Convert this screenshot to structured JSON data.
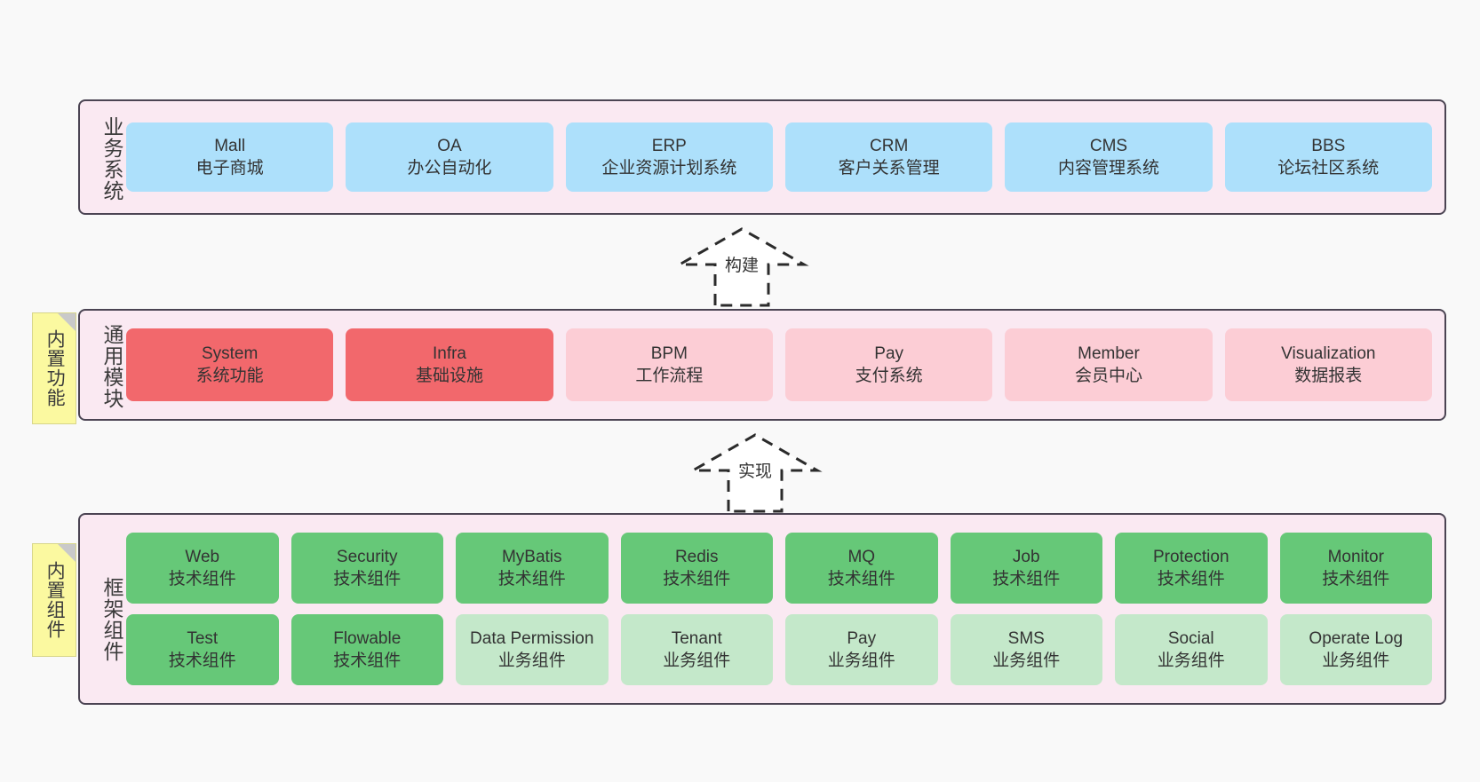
{
  "diagram": {
    "background_color": "#f9f9f9",
    "layer_fill": "#fae9f2",
    "layer_border": "#4b4453",
    "sticky_fill": "#fbf9a0"
  },
  "layers": [
    {
      "id": "business-systems",
      "title": "业务系统",
      "node_color": "#ade0fb",
      "nodes": [
        {
          "name": "Mall",
          "desc": "电子商城"
        },
        {
          "name": "OA",
          "desc": "办公自动化"
        },
        {
          "name": "ERP",
          "desc": "企业资源计划系统"
        },
        {
          "name": "CRM",
          "desc": "客户关系管理"
        },
        {
          "name": "CMS",
          "desc": "内容管理系统"
        },
        {
          "name": "BBS",
          "desc": "论坛社区系统"
        }
      ]
    },
    {
      "id": "common-modules",
      "title": "通用模块",
      "sticky": "内置功能",
      "node_color_primary": "#f2686c",
      "node_color_secondary": "#fccdd5",
      "nodes": [
        {
          "name": "System",
          "desc": "系统功能",
          "variant": "primary"
        },
        {
          "name": "Infra",
          "desc": "基础设施",
          "variant": "primary"
        },
        {
          "name": "BPM",
          "desc": "工作流程",
          "variant": "secondary"
        },
        {
          "name": "Pay",
          "desc": "支付系统",
          "variant": "secondary"
        },
        {
          "name": "Member",
          "desc": "会员中心",
          "variant": "secondary"
        },
        {
          "name": "Visualization",
          "desc": "数据报表",
          "variant": "secondary"
        }
      ]
    },
    {
      "id": "framework-components",
      "title": "框架组件",
      "sticky": "内置组件",
      "node_color_primary": "#66c878",
      "node_color_secondary": "#c4e8ca",
      "rows": [
        [
          {
            "name": "Web",
            "desc": "技术组件",
            "variant": "primary"
          },
          {
            "name": "Security",
            "desc": "技术组件",
            "variant": "primary"
          },
          {
            "name": "MyBatis",
            "desc": "技术组件",
            "variant": "primary"
          },
          {
            "name": "Redis",
            "desc": "技术组件",
            "variant": "primary"
          },
          {
            "name": "MQ",
            "desc": "技术组件",
            "variant": "primary"
          },
          {
            "name": "Job",
            "desc": "技术组件",
            "variant": "primary"
          },
          {
            "name": "Protection",
            "desc": "技术组件",
            "variant": "primary"
          },
          {
            "name": "Monitor",
            "desc": "技术组件",
            "variant": "primary"
          }
        ],
        [
          {
            "name": "Test",
            "desc": "技术组件",
            "variant": "primary"
          },
          {
            "name": "Flowable",
            "desc": "技术组件",
            "variant": "primary"
          },
          {
            "name": "Data Permission",
            "desc": "业务组件",
            "variant": "secondary"
          },
          {
            "name": "Tenant",
            "desc": "业务组件",
            "variant": "secondary"
          },
          {
            "name": "Pay",
            "desc": "业务组件",
            "variant": "secondary"
          },
          {
            "name": "SMS",
            "desc": "业务组件",
            "variant": "secondary"
          },
          {
            "name": "Social",
            "desc": "业务组件",
            "variant": "secondary"
          },
          {
            "name": "Operate Log",
            "desc": "业务组件",
            "variant": "secondary"
          }
        ]
      ]
    }
  ],
  "connectors": [
    {
      "id": "build",
      "label": "构建",
      "style": "dashed-hollow-arrow-up"
    },
    {
      "id": "implement",
      "label": "实现",
      "style": "dashed-hollow-arrow-up"
    }
  ]
}
